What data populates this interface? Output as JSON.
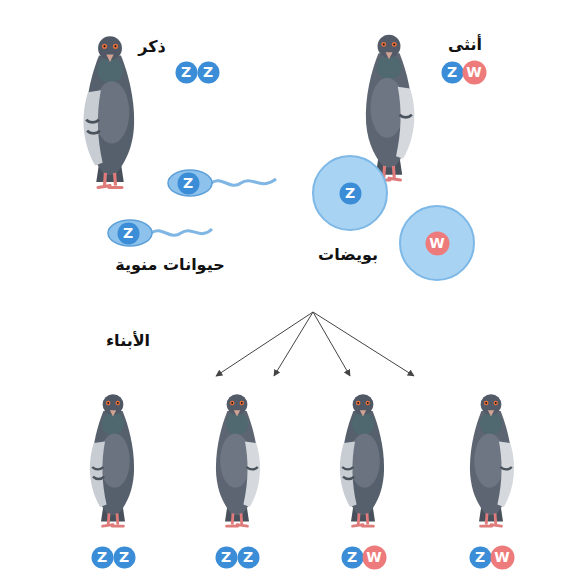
{
  "diagram": {
    "nodes": [
      {
        "text": [
          "Z"
        ]
      },
      {
        "text": [
          "Z"
        ]
      },
      {
        "text": [
          "Z"
        ]
      },
      {
        "text": [
          "W"
        ]
      },
      {
        "text": [
          "Z"
        ]
      },
      {
        "text": [
          "Z"
        ]
      },
      {
        "text": [
          "Z"
        ]
      },
      {
        "text": [
          "W"
        ]
      },
      {
        "text": [
          "Z"
        ]
      },
      {
        "text": [
          "Z"
        ]
      },
      {
        "text": [
          "Z"
        ]
      },
      {
        "text": [
          "Z"
        ]
      },
      {
        "text": [
          "Z"
        ]
      },
      {
        "text": [
          "W"
        ]
      },
      {
        "text": [
          "Z"
        ]
      },
      {
        "text": [
          "W"
        ]
      }
    ],
    "labels": [
      "ذكر",
      "أنثى",
      "حيوانات منوية",
      "بويضات",
      "الأبناء"
    ]
  }
}
